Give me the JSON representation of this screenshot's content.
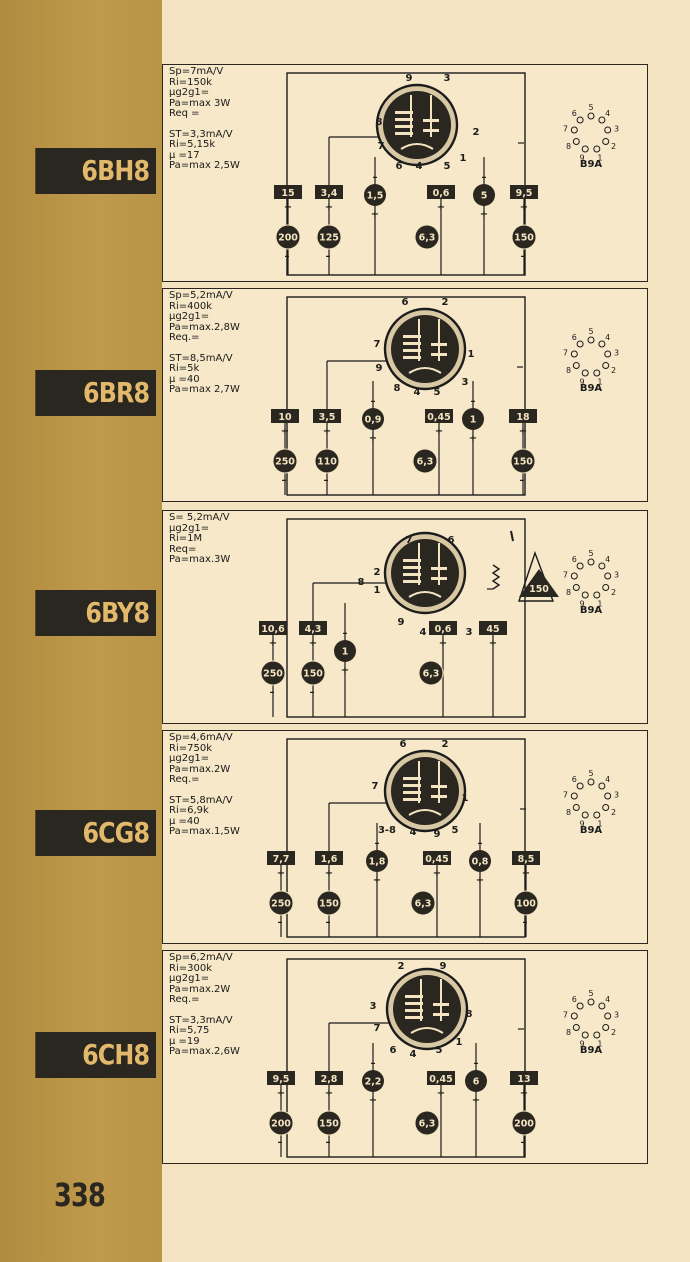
{
  "page_number": "338",
  "tubes": [
    {
      "id": "6BH8",
      "label": "6BH8",
      "specs": [
        "Sp=7mA/V",
        "Ri=150k",
        "µg2g1=",
        "Pa=max 3W",
        "Req =",
        "",
        "ST=3,3mA/V",
        "Ri=5,15k",
        "µ =17",
        "Pa=max 2,5W"
      ],
      "box_values": [
        "15",
        "3,4",
        "0,6",
        "9,5"
      ],
      "dot_values": [
        "1,5",
        "5"
      ],
      "bottom_dots": [
        "200",
        "125",
        "6,3",
        "150"
      ],
      "pins": [
        "9",
        "3",
        "8",
        "2",
        "7",
        "6",
        "4",
        "5",
        "1"
      ],
      "base": "B9A",
      "base_pins": [
        "5",
        "4",
        "6",
        "3",
        "7",
        "2",
        "8",
        "1",
        "9"
      ]
    },
    {
      "id": "6BR8",
      "label": "6BR8",
      "specs": [
        "Sp=5,2mA/V",
        "Ri=400k",
        "µg2g1=",
        "Pa=max.2,8W",
        "Req.=",
        "",
        "ST=8,5mA/V",
        "Ri=5k",
        "µ =40",
        "Pa=max 2,7W"
      ],
      "box_values": [
        "10",
        "3,5",
        "0,45",
        "18"
      ],
      "dot_values": [
        "0,9",
        "1"
      ],
      "bottom_dots": [
        "250",
        "110",
        "6,3",
        "150"
      ],
      "pins": [
        "6",
        "2",
        "7",
        "1",
        "9",
        "8",
        "4",
        "5",
        "3"
      ],
      "base": "B9A",
      "base_pins": [
        "5",
        "4",
        "6",
        "3",
        "7",
        "2",
        "8",
        "1",
        "9"
      ]
    },
    {
      "id": "6BY8",
      "label": "6BY8",
      "specs": [
        "S= 5,2mA/V",
        "µg2g1=",
        "Ri=1M",
        "Req=",
        "Pa=max.3W"
      ],
      "box_values": [
        "10,6",
        "4,3",
        "0,6",
        "45"
      ],
      "dot_values": [
        "1"
      ],
      "bottom_dots": [
        "250",
        "150",
        "6,3"
      ],
      "triangle_value": "150",
      "pins": [
        "7",
        "6",
        "8",
        "2",
        "1",
        "9",
        "4",
        "5",
        "3"
      ],
      "base": "B9A",
      "base_pins": [
        "5",
        "4",
        "6",
        "3",
        "7",
        "2",
        "8",
        "1",
        "9"
      ]
    },
    {
      "id": "6CG8",
      "label": "6CG8",
      "specs": [
        "Sp=4,6mA/V",
        "Ri=750k",
        "µg2g1=",
        "Pa=max.2W",
        "Req.=",
        "",
        "ST=5,8mA/V",
        "Ri=6,9k",
        "µ =40",
        "Pa=max.1,5W"
      ],
      "box_values": [
        "7,7",
        "1,6",
        "0,45",
        "8,5"
      ],
      "dot_values": [
        "1,8",
        "0,8"
      ],
      "bottom_dots": [
        "250",
        "150",
        "6,3",
        "100"
      ],
      "pins": [
        "6",
        "2",
        "7",
        "1",
        "3-8",
        "4",
        "9",
        "5"
      ],
      "base": "B9A",
      "base_pins": [
        "5",
        "4",
        "6",
        "3",
        "7",
        "2",
        "8",
        "1",
        "9"
      ]
    },
    {
      "id": "6CH8",
      "label": "6CH8",
      "specs": [
        "Sp=6,2mA/V",
        "Ri=300k",
        "µg2g1=",
        "Pa=max.2W",
        "Req.=",
        "",
        "ST=3,3mA/V",
        "Ri=5,75",
        "µ =19",
        "Pa=max.2,6W"
      ],
      "box_values": [
        "9,5",
        "2,8",
        "0,45",
        "13"
      ],
      "dot_values": [
        "2,2",
        "6"
      ],
      "bottom_dots": [
        "200",
        "150",
        "6,3",
        "200"
      ],
      "pins": [
        "2",
        "9",
        "3",
        "8",
        "7",
        "6",
        "4",
        "5",
        "1"
      ],
      "base": "B9A",
      "base_pins": [
        "5",
        "4",
        "6",
        "3",
        "7",
        "2",
        "8",
        "1",
        "9"
      ]
    }
  ]
}
